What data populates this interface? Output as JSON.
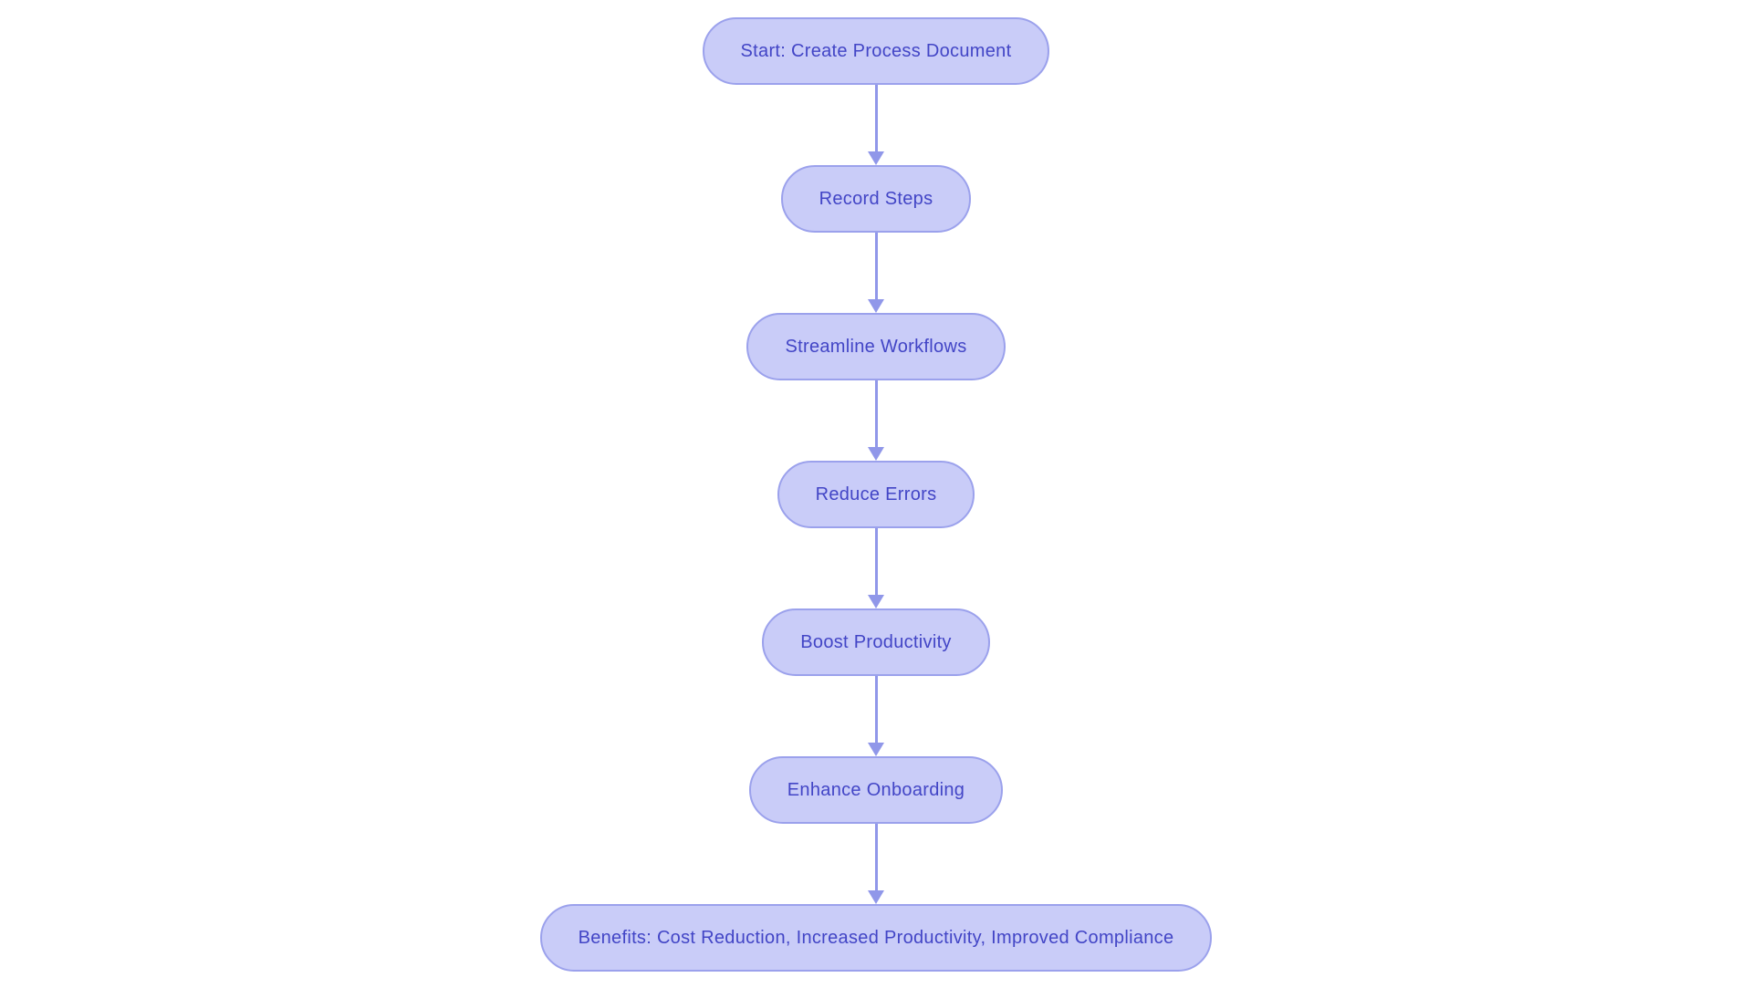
{
  "diagram": {
    "type": "flowchart",
    "direction": "top-down",
    "colors": {
      "background": "#ffffff",
      "node_fill": "#c9ccf8",
      "node_border": "#9ba1ec",
      "node_text": "#4245c6",
      "arrow": "#9097e9"
    },
    "nodes": [
      {
        "id": "start",
        "label": "Start: Create Process Document"
      },
      {
        "id": "record-steps",
        "label": "Record Steps"
      },
      {
        "id": "streamline-workflows",
        "label": "Streamline Workflows"
      },
      {
        "id": "reduce-errors",
        "label": "Reduce Errors"
      },
      {
        "id": "boost-productivity",
        "label": "Boost Productivity"
      },
      {
        "id": "enhance-onboarding",
        "label": "Enhance Onboarding"
      },
      {
        "id": "benefits",
        "label": "Benefits: Cost Reduction, Increased Productivity, Improved Compliance"
      }
    ],
    "edges": [
      {
        "from": "start",
        "to": "record-steps"
      },
      {
        "from": "record-steps",
        "to": "streamline-workflows"
      },
      {
        "from": "streamline-workflows",
        "to": "reduce-errors"
      },
      {
        "from": "reduce-errors",
        "to": "boost-productivity"
      },
      {
        "from": "boost-productivity",
        "to": "enhance-onboarding"
      },
      {
        "from": "enhance-onboarding",
        "to": "benefits"
      }
    ]
  }
}
